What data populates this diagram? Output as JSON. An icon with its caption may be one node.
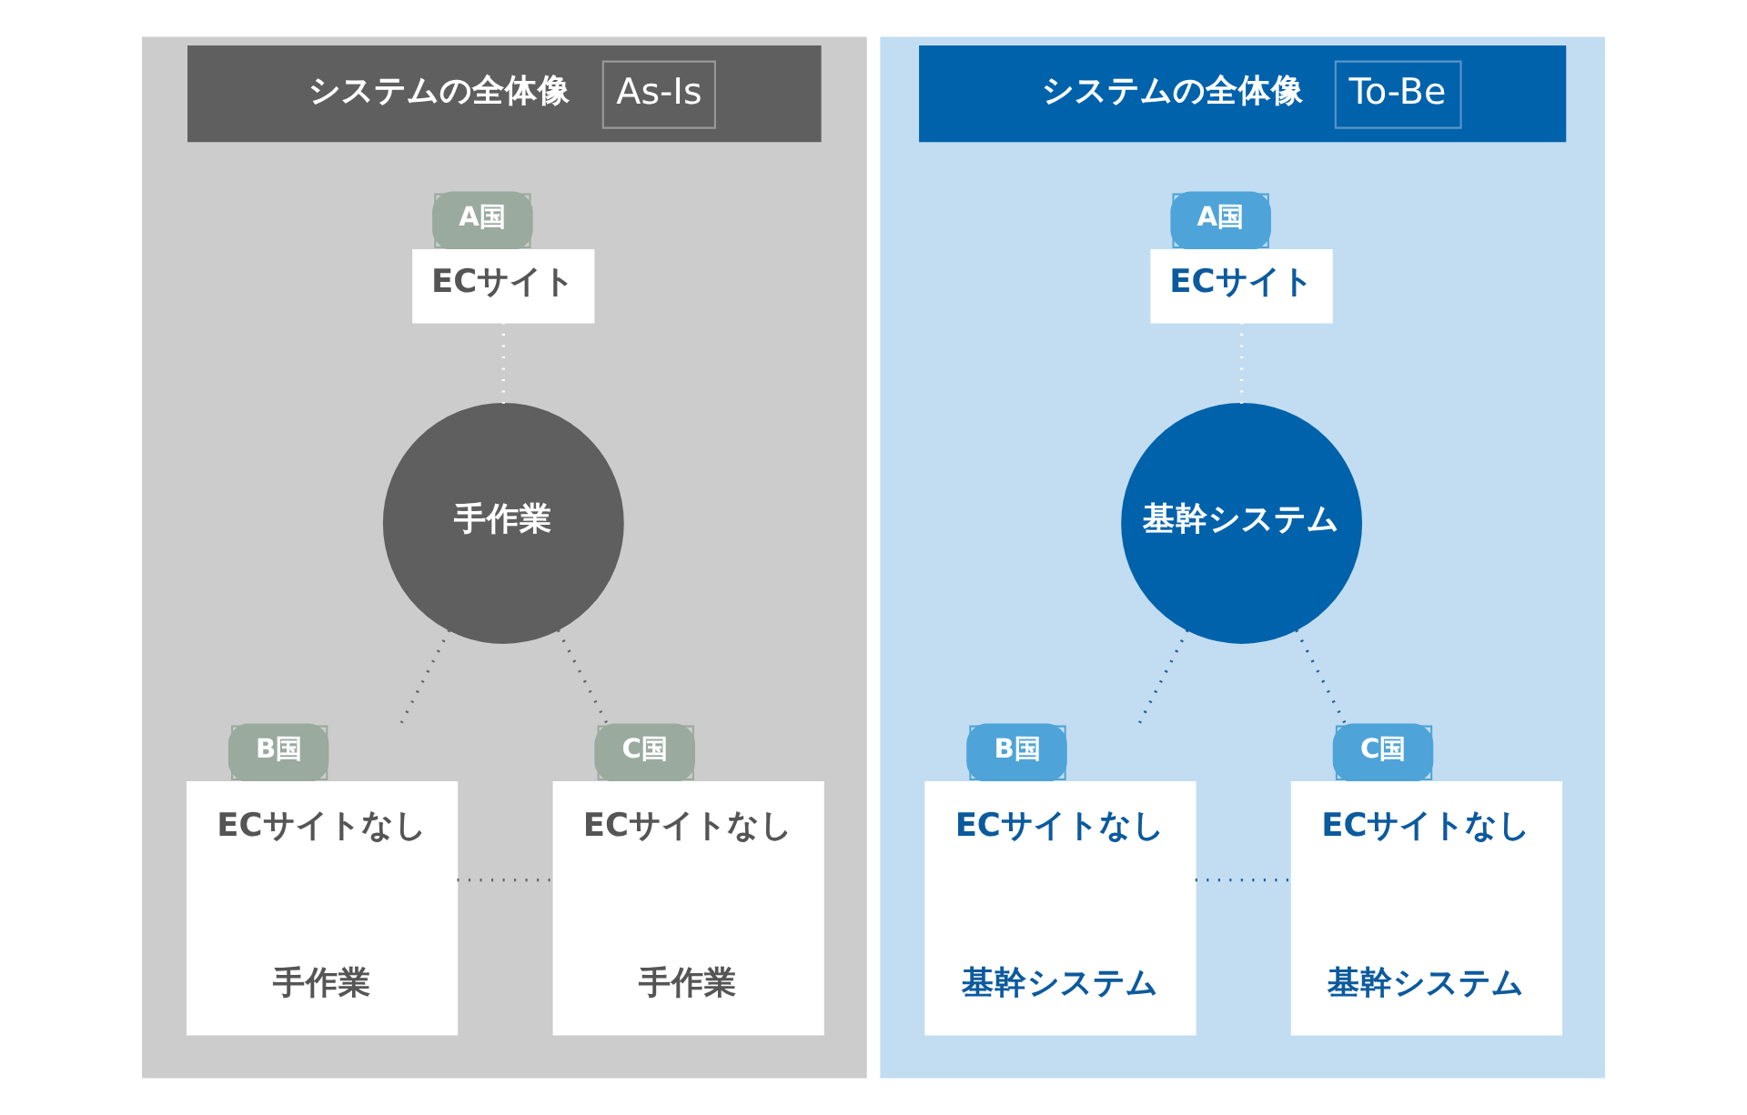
{
  "diagram": {
    "nodes": [
      {
        "text": [
          "システムの全体像",
          "As-Is"
        ]
      },
      {
        "text": [
          "A国",
          "ECサイト"
        ],
        "in": 0
      },
      {
        "text": [
          "手作業"
        ],
        "in": 0
      },
      {
        "text": [
          "B国",
          "ECサイトなし",
          "手作業"
        ],
        "in": 0
      },
      {
        "text": [
          "C国",
          "ECサイトなし",
          "手作業"
        ],
        "in": 0
      },
      {
        "text": [
          "システムの全体像",
          "To-Be"
        ]
      },
      {
        "text": [
          "A国",
          "ECサイト"
        ],
        "in": 5
      },
      {
        "text": [
          "基幹システム"
        ],
        "in": 5
      },
      {
        "text": [
          "B国",
          "ECサイトなし",
          "基幹システム"
        ],
        "in": 5
      },
      {
        "text": [
          "C国",
          "ECサイトなし",
          "基幹システム"
        ],
        "in": 5
      }
    ],
    "edges": [
      {
        "from": 1,
        "to": 2,
        "arrow": "none",
        "style": "dashed",
        "color": "#ffffff"
      },
      {
        "from": 2,
        "to": 3,
        "arrow": "none",
        "style": "dashed",
        "color": "#666666"
      },
      {
        "from": 2,
        "to": 4,
        "arrow": "none",
        "style": "dashed",
        "color": "#666666"
      },
      {
        "from": 3,
        "to": 4,
        "arrow": "none",
        "style": "dashed",
        "color": "#666666"
      },
      {
        "from": 6,
        "to": 7,
        "arrow": "none",
        "style": "dashed",
        "color": "#ffffff"
      },
      {
        "from": 7,
        "to": 8,
        "arrow": "none",
        "style": "dashed",
        "color": "#1f5f9c"
      },
      {
        "from": 7,
        "to": 9,
        "arrow": "none",
        "style": "dashed",
        "color": "#1f5f9c"
      },
      {
        "from": 8,
        "to": 9,
        "arrow": "none",
        "style": "dashed",
        "color": "#1f5f9c"
      }
    ]
  }
}
